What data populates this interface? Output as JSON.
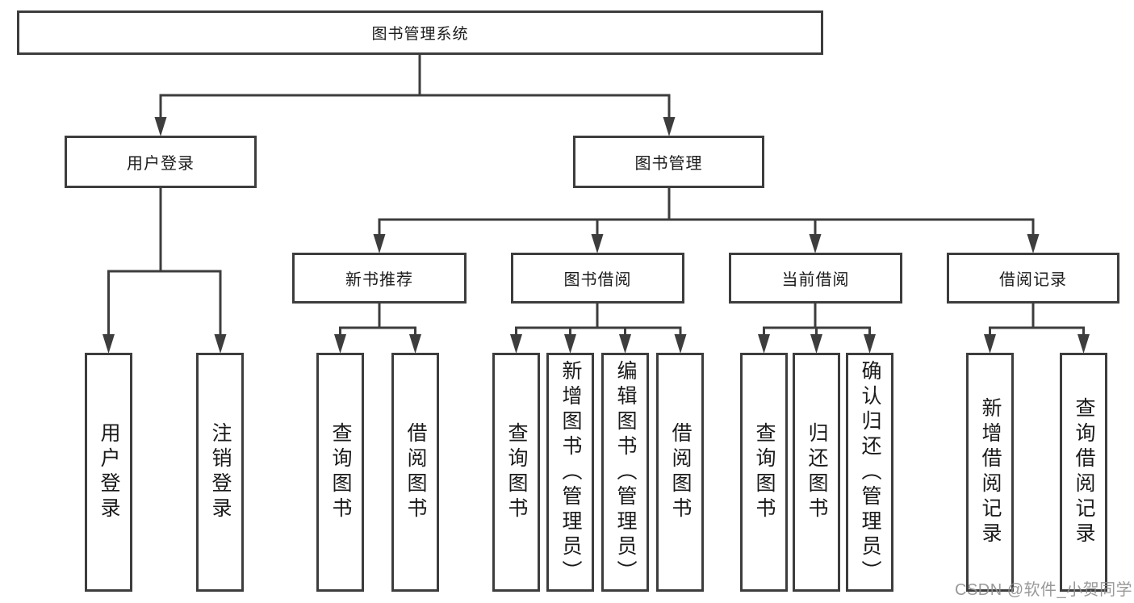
{
  "diagram": {
    "type": "tree",
    "title": "图书管理系统",
    "root": {
      "label": "图书管理系统"
    },
    "level2": [
      {
        "id": "user-login",
        "label": "用户登录",
        "parent": "图书管理系统"
      },
      {
        "id": "book-management",
        "label": "图书管理",
        "parent": "图书管理系统"
      }
    ],
    "level3": [
      {
        "id": "new-book-recommend",
        "label": "新书推荐",
        "parent": "图书管理"
      },
      {
        "id": "book-borrow",
        "label": "图书借阅",
        "parent": "图书管理"
      },
      {
        "id": "current-borrow",
        "label": "当前借阅",
        "parent": "图书管理"
      },
      {
        "id": "borrow-records",
        "label": "借阅记录",
        "parent": "图书管理"
      }
    ],
    "leaves": [
      {
        "id": "leaf-user-login",
        "label": "用户登录",
        "parent": "用户登录"
      },
      {
        "id": "leaf-logout",
        "label": "注销登录",
        "parent": "用户登录"
      },
      {
        "id": "leaf-query-book-recommend",
        "label": "查询图书",
        "parent": "新书推荐"
      },
      {
        "id": "leaf-borrow-book-recommend",
        "label": "借阅图书",
        "parent": "新书推荐"
      },
      {
        "id": "leaf-query-book-borrow",
        "label": "查询图书",
        "parent": "图书借阅"
      },
      {
        "id": "leaf-add-book-admin",
        "label": "新增图书（管理员）",
        "parent": "图书借阅"
      },
      {
        "id": "leaf-edit-book-admin",
        "label": "编辑图书（管理员）",
        "parent": "图书借阅"
      },
      {
        "id": "leaf-borrow-book",
        "label": "借阅图书",
        "parent": "图书借阅"
      },
      {
        "id": "leaf-query-book-current",
        "label": "查询图书",
        "parent": "当前借阅"
      },
      {
        "id": "leaf-return-book",
        "label": "归还图书",
        "parent": "当前借阅"
      },
      {
        "id": "leaf-confirm-return-admin",
        "label": "确认归还（管理员）",
        "parent": "当前借阅"
      },
      {
        "id": "leaf-add-borrow-record",
        "label": "新增借阅记录",
        "parent": "借阅记录"
      },
      {
        "id": "leaf-query-borrow-record",
        "label": "查询借阅记录",
        "parent": "借阅记录"
      }
    ]
  },
  "watermark": "CSDN @软件_小贺同学",
  "colors": {
    "line": "#3d3d3d",
    "box_border": "#3d3d3d",
    "text": "#1a1a1a",
    "watermark": "#8e8e8e",
    "background": "#ffffff"
  }
}
